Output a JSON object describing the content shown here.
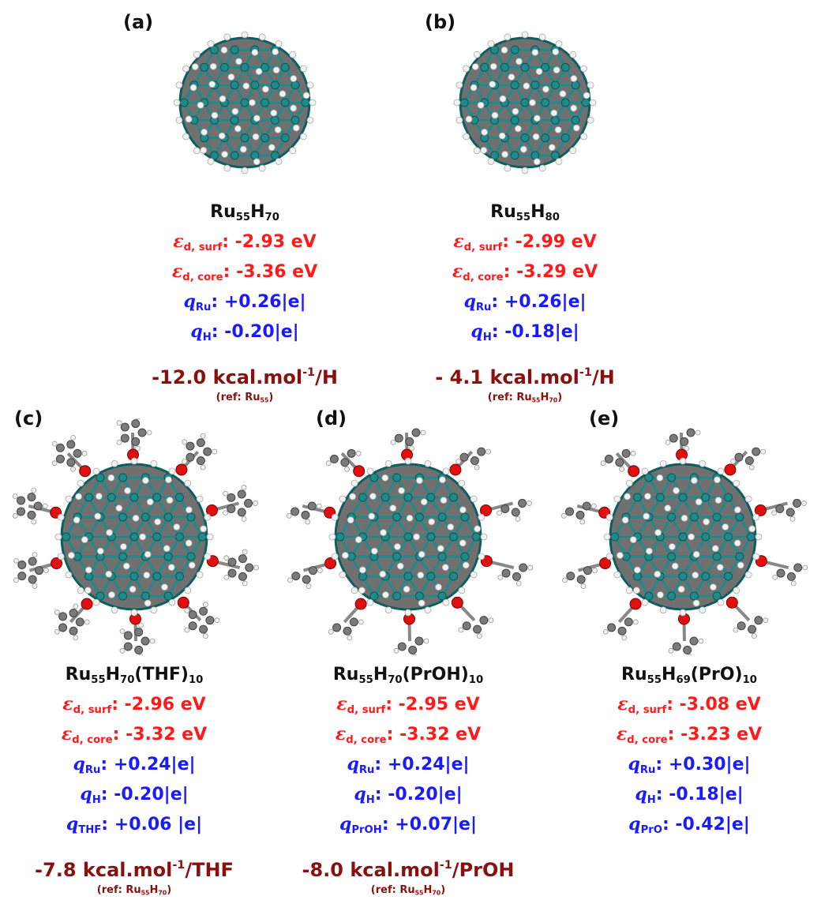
{
  "panels": [
    {
      "label": "(a)",
      "formula": {
        "p1": "Ru",
        "s1": "55",
        "p2": "H",
        "s2": "70",
        "p3": "",
        "s3": ""
      },
      "eps_surf": "-2.93 eV",
      "eps_core": "-3.36 eV",
      "charges": [
        {
          "sub": "Ru",
          "value": "+0.26|e|"
        },
        {
          "sub": "H",
          "value": "-0.20|e|"
        }
      ],
      "energy": {
        "pre": "-12.0 kcal.mol",
        "sup": "-1",
        "post": "/H"
      },
      "ref": {
        "pre": "(ref: Ru",
        "s1": "55",
        "mid": "",
        "s2": "",
        "post": ")"
      }
    },
    {
      "label": "(b)",
      "formula": {
        "p1": "Ru",
        "s1": "55",
        "p2": "H",
        "s2": "80",
        "p3": "",
        "s3": ""
      },
      "eps_surf": "-2.99 eV",
      "eps_core": "-3.29 eV",
      "charges": [
        {
          "sub": "Ru",
          "value": "+0.26|e|"
        },
        {
          "sub": "H",
          "value": "-0.18|e|"
        }
      ],
      "energy": {
        "pre": "- 4.1 kcal.mol",
        "sup": "-1",
        "post": "/H"
      },
      "ref": {
        "pre": "(ref: Ru",
        "s1": "55",
        "mid": "H",
        "s2": "70",
        "post": ")"
      }
    },
    {
      "label": "(c)",
      "formula": {
        "p1": "Ru",
        "s1": "55",
        "p2": "H",
        "s2": "70",
        "p3": "(THF)",
        "s3": "10"
      },
      "eps_surf": "-2.96 eV",
      "eps_core": "-3.32 eV",
      "charges": [
        {
          "sub": "Ru",
          "value": "+0.24|e|"
        },
        {
          "sub": "H",
          "value": "-0.20|e|"
        },
        {
          "sub": "THF",
          "value": "+0.06 |e|"
        }
      ],
      "energy": {
        "pre": "-7.8 kcal.mol",
        "sup": "-1",
        "post": "/THF"
      },
      "ref": {
        "pre": "(ref: Ru",
        "s1": "55",
        "mid": "H",
        "s2": "70",
        "post": ")"
      }
    },
    {
      "label": "(d)",
      "formula": {
        "p1": "Ru",
        "s1": "55",
        "p2": "H",
        "s2": "70",
        "p3": "(PrOH)",
        "s3": "10"
      },
      "eps_surf": "-2.95 eV",
      "eps_core": "-3.32 eV",
      "charges": [
        {
          "sub": "Ru",
          "value": "+0.24|e|"
        },
        {
          "sub": "H",
          "value": "-0.20|e|"
        },
        {
          "sub": "PrOH",
          "value": "+0.07|e|"
        }
      ],
      "energy": {
        "pre": "-8.0 kcal.mol",
        "sup": "-1",
        "post": "/PrOH"
      },
      "ref": {
        "pre": "(ref: Ru",
        "s1": "55",
        "mid": "H",
        "s2": "70",
        "post": ")"
      }
    },
    {
      "label": "(e)",
      "formula": {
        "p1": "Ru",
        "s1": "55",
        "p2": "H",
        "s2": "69",
        "p3": "(PrO)",
        "s3": "10"
      },
      "eps_surf": "-3.08 eV",
      "eps_core": "-3.23 eV",
      "charges": [
        {
          "sub": "Ru",
          "value": "+0.30|e|"
        },
        {
          "sub": "H",
          "value": "-0.18|e|"
        },
        {
          "sub": "PrO",
          "value": "-0.42|e|"
        }
      ],
      "energy": null,
      "ref": null
    }
  ],
  "symbols": {
    "eps": "ε",
    "d_surf": "d, surf",
    "d_core": "d, core",
    "q": "q",
    "colon": ": "
  },
  "colors": {
    "ru": "#1f8a8a",
    "h": "#f2f2f2",
    "o": "#e01010",
    "c": "#7a7a7a",
    "core": "#707070",
    "energy": "#8b0f0f",
    "eps": "#ff1a1a",
    "charge": "#1a1aff"
  }
}
